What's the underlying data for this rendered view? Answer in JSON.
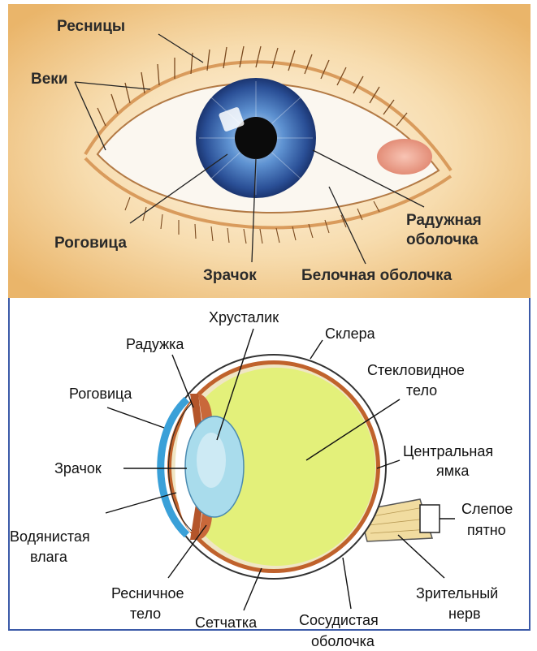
{
  "top_diagram": {
    "labels": {
      "eyelashes": "Ресницы",
      "eyelids": "Веки",
      "cornea": "Роговица",
      "pupil": "Зрачок",
      "sclera": "Белочная оболочка",
      "iris_line1": "Радужная",
      "iris_line2": "оболочка"
    }
  },
  "bottom_diagram": {
    "labels": {
      "lens": "Хрусталик",
      "sclera": "Склера",
      "iris": "Радужка",
      "vitreous_line1": "Стекловидное",
      "vitreous_line2": "тело",
      "cornea": "Роговица",
      "pupil": "Зрачок",
      "fovea_line1": "Центральная",
      "fovea_line2": "ямка",
      "blind_spot_line1": "Слепое",
      "blind_spot_line2": "пятно",
      "aqueous_line1": "Водянистая",
      "aqueous_line2": "влага",
      "ciliary_line1": "Ресничное",
      "ciliary_line2": "тело",
      "retina": "Сетчатка",
      "choroid_line1": "Сосудистая",
      "choroid_line2": "оболочка",
      "optic_nerve_line1": "Зрительный",
      "optic_nerve_line2": "нерв"
    }
  },
  "colors": {
    "background_top": "#f2c98a",
    "iris": "#3f6fb8",
    "vitreous": "#e3f07a",
    "lens": "#a9dcec",
    "choroid": "#c0622c",
    "frame": "#3b5aa8"
  }
}
